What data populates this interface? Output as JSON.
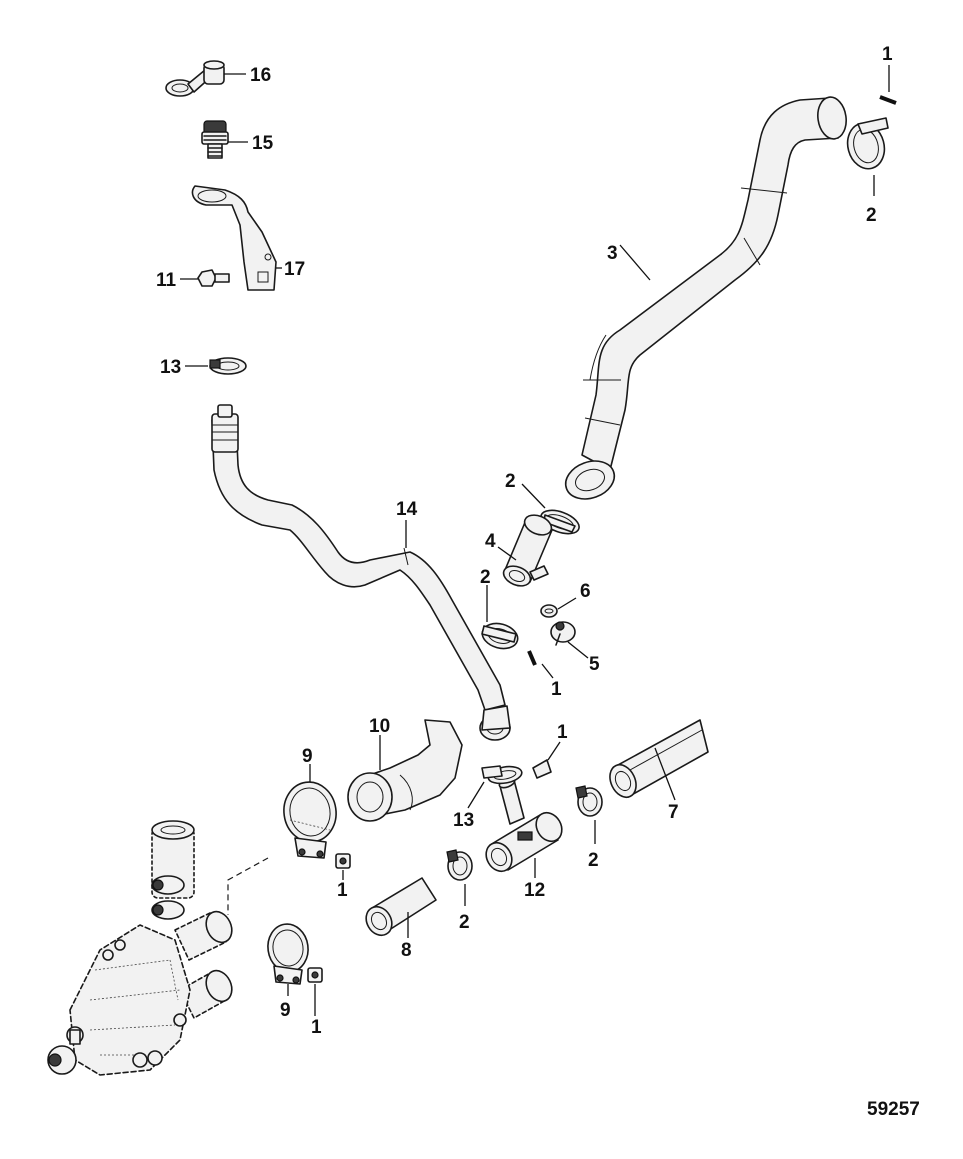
{
  "diagram": {
    "figure_number": "59257",
    "callouts": [
      "1",
      "2",
      "3",
      "4",
      "5",
      "6",
      "7",
      "8",
      "9",
      "10",
      "11",
      "12",
      "13",
      "14",
      "15",
      "16",
      "17"
    ]
  }
}
